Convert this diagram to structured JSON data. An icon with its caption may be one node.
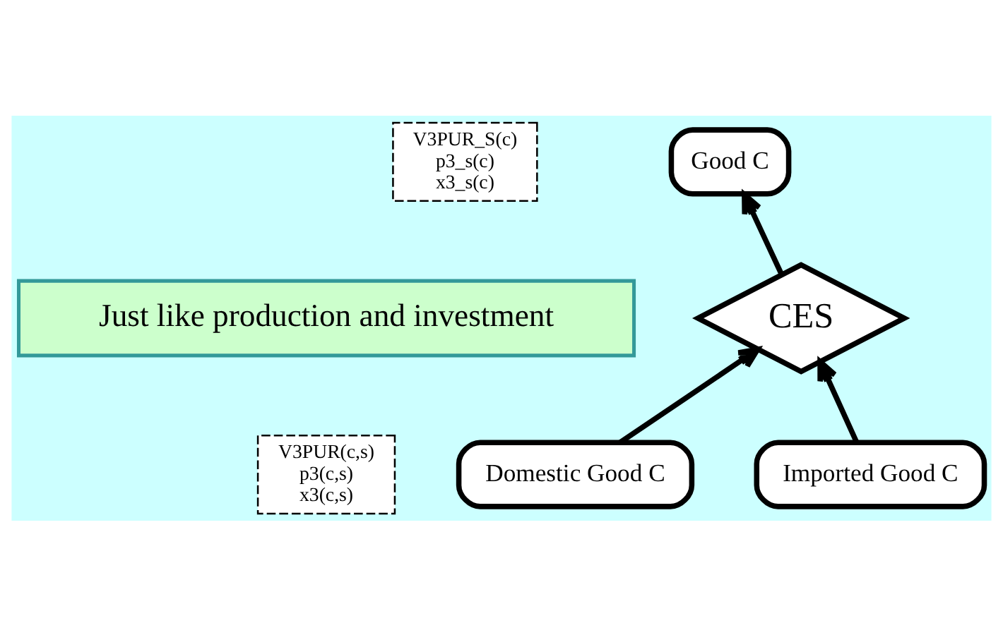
{
  "diagram": {
    "nodes": [
      {
        "text": [
          "V3PUR_S(c)",
          "p3_s(c)",
          "x3_s(c)"
        ]
      },
      {
        "text": [
          "Good C"
        ]
      },
      {
        "text": [
          "Just like production and investment"
        ]
      },
      {
        "text": [
          "CES"
        ]
      },
      {
        "text": [
          "V3PUR(c,s)",
          "p3(c,s)",
          "x3(c,s)"
        ]
      },
      {
        "text": [
          "Domestic Good C"
        ]
      },
      {
        "text": [
          "Imported Good C"
        ]
      }
    ],
    "edges": [
      {
        "from": 3,
        "to": 1,
        "arrow": "to"
      },
      {
        "from": 5,
        "to": 3,
        "arrow": "to"
      },
      {
        "from": 6,
        "to": 3,
        "arrow": "to"
      }
    ]
  }
}
